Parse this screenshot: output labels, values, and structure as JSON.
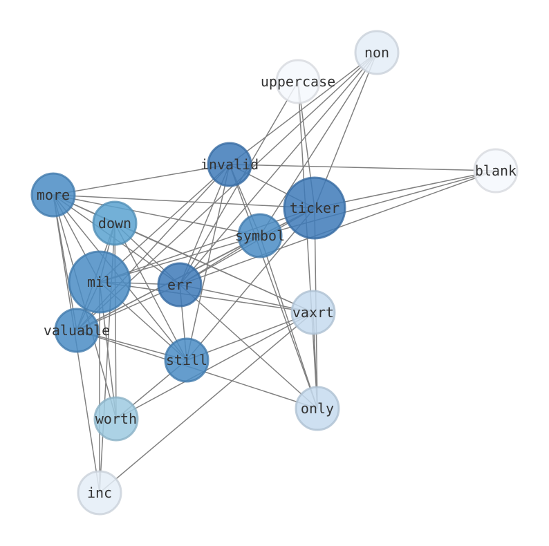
{
  "nodes": [
    {
      "id": "non",
      "label": "non",
      "color": "#e4edf7",
      "size": 1
    },
    {
      "id": "uppercase",
      "label": "uppercase",
      "color": "#f4f8fd",
      "size": 1
    },
    {
      "id": "blank",
      "label": "blank",
      "color": "#f4f8fd",
      "size": 1
    },
    {
      "id": "invalid",
      "label": "invalid",
      "color": "#3e7ab8",
      "size": 2
    },
    {
      "id": "ticker",
      "label": "ticker",
      "color": "#3e7ab8",
      "size": 4
    },
    {
      "id": "more",
      "label": "more",
      "color": "#4a8cc4",
      "size": 2
    },
    {
      "id": "down",
      "label": "down",
      "color": "#5ba2d0",
      "size": 2
    },
    {
      "id": "symbol",
      "label": "symbol",
      "color": "#4a8cc4",
      "size": 2
    },
    {
      "id": "mil",
      "label": "mil",
      "color": "#4a8cc4",
      "size": 4
    },
    {
      "id": "err",
      "label": "err",
      "color": "#3e7ab8",
      "size": 2
    },
    {
      "id": "vaxrt",
      "label": "vaxrt",
      "color": "#c6dbef",
      "size": 2
    },
    {
      "id": "valuable",
      "label": "valuable",
      "color": "#4a8cc4",
      "size": 2
    },
    {
      "id": "still",
      "label": "still",
      "color": "#4a8cc4",
      "size": 2
    },
    {
      "id": "only",
      "label": "only",
      "color": "#c6dbef",
      "size": 2
    },
    {
      "id": "worth",
      "label": "worth",
      "color": "#9ecae1",
      "size": 2
    },
    {
      "id": "inc",
      "label": "inc",
      "color": "#e4edf7",
      "size": 2
    }
  ],
  "edges": [
    [
      "non",
      "invalid"
    ],
    [
      "non",
      "symbol"
    ],
    [
      "non",
      "ticker"
    ],
    [
      "non",
      "err"
    ],
    [
      "non",
      "valuable"
    ],
    [
      "uppercase",
      "err"
    ],
    [
      "uppercase",
      "ticker"
    ],
    [
      "uppercase",
      "only"
    ],
    [
      "blank",
      "invalid"
    ],
    [
      "blank",
      "ticker"
    ],
    [
      "blank",
      "symbol"
    ],
    [
      "blank",
      "err"
    ],
    [
      "invalid",
      "more"
    ],
    [
      "invalid",
      "symbol"
    ],
    [
      "invalid",
      "ticker"
    ],
    [
      "invalid",
      "only"
    ],
    [
      "invalid",
      "valuable"
    ],
    [
      "invalid",
      "mil"
    ],
    [
      "invalid",
      "err"
    ],
    [
      "invalid",
      "still"
    ],
    [
      "ticker",
      "more"
    ],
    [
      "ticker",
      "err"
    ],
    [
      "ticker",
      "symbol"
    ],
    [
      "ticker",
      "mil"
    ],
    [
      "ticker",
      "valuable"
    ],
    [
      "ticker",
      "only"
    ],
    [
      "ticker",
      "still"
    ],
    [
      "more",
      "down"
    ],
    [
      "more",
      "symbol"
    ],
    [
      "more",
      "err"
    ],
    [
      "more",
      "mil"
    ],
    [
      "more",
      "valuable"
    ],
    [
      "more",
      "still"
    ],
    [
      "more",
      "worth"
    ],
    [
      "more",
      "vaxrt"
    ],
    [
      "more",
      "inc"
    ],
    [
      "down",
      "err"
    ],
    [
      "down",
      "mil"
    ],
    [
      "down",
      "valuable"
    ],
    [
      "down",
      "still"
    ],
    [
      "down",
      "worth"
    ],
    [
      "down",
      "vaxrt"
    ],
    [
      "down",
      "inc"
    ],
    [
      "symbol",
      "err"
    ],
    [
      "symbol",
      "mil"
    ],
    [
      "symbol",
      "valuable"
    ],
    [
      "symbol",
      "only"
    ],
    [
      "mil",
      "err"
    ],
    [
      "mil",
      "vaxrt"
    ],
    [
      "mil",
      "still"
    ],
    [
      "mil",
      "valuable"
    ],
    [
      "mil",
      "worth"
    ],
    [
      "mil",
      "inc"
    ],
    [
      "err",
      "vaxrt"
    ],
    [
      "err",
      "still"
    ],
    [
      "err",
      "only"
    ],
    [
      "err",
      "valuable"
    ],
    [
      "valuable",
      "still"
    ],
    [
      "valuable",
      "only"
    ],
    [
      "still",
      "vaxrt"
    ],
    [
      "still",
      "worth"
    ],
    [
      "vaxrt",
      "worth"
    ],
    [
      "vaxrt",
      "inc"
    ],
    [
      "vaxrt",
      "only"
    ]
  ]
}
